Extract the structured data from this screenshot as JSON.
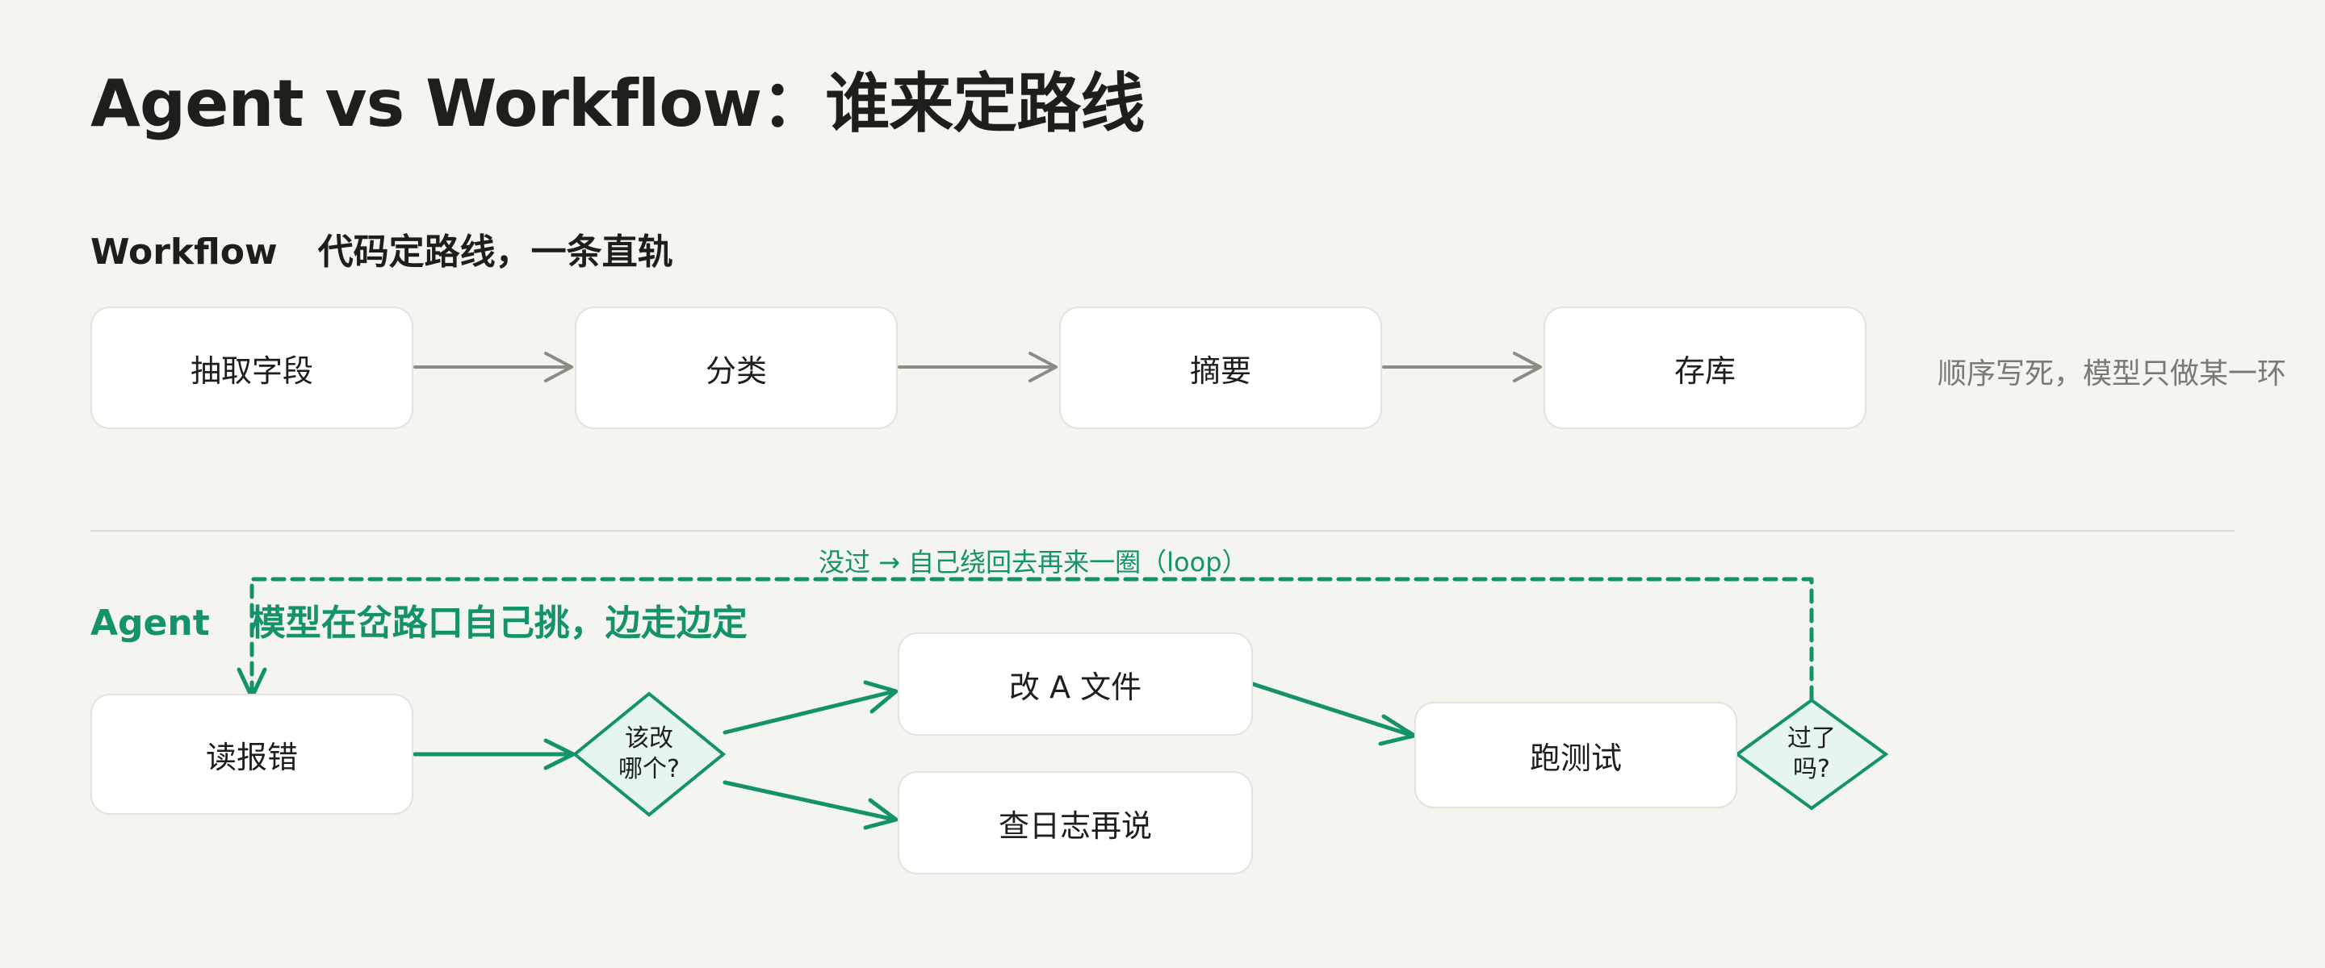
{
  "title": "Agent vs Workflow：谁来定路线",
  "workflow": {
    "label": "Workflow",
    "subtitle": "代码定路线，一条直轨",
    "steps": [
      "抽取字段",
      "分类",
      "摘要",
      "存库"
    ],
    "note": "顺序写死，模型只做某一环"
  },
  "agent": {
    "label": "Agent",
    "subtitle": "模型在岔路口自己挑，边走边定",
    "loop_label": "没过 → 自己绕回去再来一圈（loop）",
    "read_error": "读报错",
    "decision_line1": "该改",
    "decision_line2": "哪个?",
    "option_a": "改 A 文件",
    "option_b": "查日志再说",
    "run_tests": "跑测试",
    "check_line1": "过了",
    "check_line2": "吗?"
  },
  "colors": {
    "background": "#f5f5f0",
    "accent_green": "#14926a",
    "diamond_fill": "#e6f5ee",
    "arrow_gray": "#8c8c85",
    "box_border": "#e3e3de"
  }
}
